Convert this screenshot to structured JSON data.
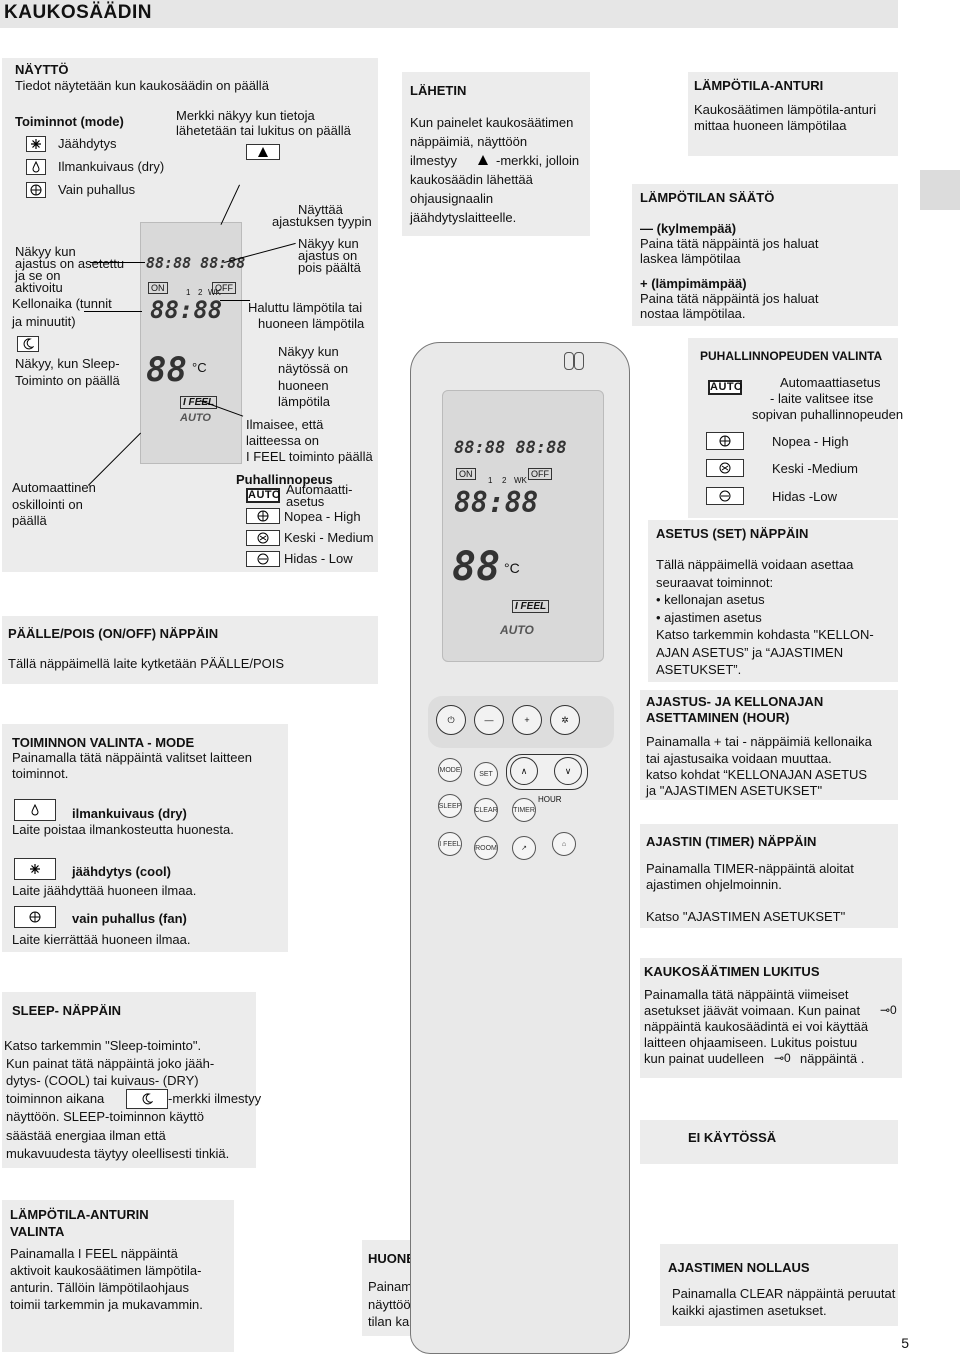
{
  "title": "KAUKOSÄÄDIN",
  "page_number": "5",
  "naytto": {
    "heading": "NÄYTTÖ",
    "sub": "Tiedot näytetään kun kaukosäädin on päällä",
    "modes_title": "Toiminnot (mode)",
    "mode_cool": "Jäähdytys",
    "mode_dry": "Ilmankuivaus (dry)",
    "mode_fan": "Vain puhallus",
    "merkki": [
      "Merkki näkyy kun tietoja",
      "lähetetään tai lukitus on päällä"
    ],
    "timer_type": [
      "Näyttää",
      "ajastuksen tyypin"
    ],
    "timer_set": [
      "Näkyy kun",
      "ajastus on asetettu",
      "ja se on",
      "aktivoitu"
    ],
    "timer_off": [
      "Näkyy kun",
      "ajastus on",
      "pois päältä"
    ],
    "clock": [
      "Kellonaika (tunnit",
      "ja minuutit)"
    ],
    "desired_temp": [
      "Haluttu lämpötila tai",
      "huoneen lämpötila"
    ],
    "sleep": [
      "Näkyy, kun Sleep-",
      "Toiminto on päällä"
    ],
    "room_temp_shown": [
      "Näkyy kun",
      "näytössä on",
      "huoneen",
      "lämpötila"
    ],
    "ifeel": [
      "Ilmaisee, että",
      "laitteessa on",
      "I FEEL toiminto päällä"
    ],
    "osc": [
      "Automaattinen",
      "oskillointi on",
      "päällä"
    ],
    "fan_speed_title": "Puhallinnopeus",
    "fan_auto": [
      "Automaatti-",
      "asetus"
    ],
    "fan_high": "Nopea - High",
    "fan_med": "Keski - Medium",
    "fan_low": "Hidas - Low"
  },
  "lcd": {
    "on": "ON",
    "off": "OFF",
    "one": "1",
    "two": "2",
    "wk": "WK",
    "ifeel": "I FEEL",
    "auto": "AUTO",
    "c": "°C"
  },
  "onoff": {
    "heading": "PÄÄLLE/POIS (ON/OFF) NÄPPÄIN",
    "text": "Tällä näppäimellä laite kytketään PÄÄLLE/POIS"
  },
  "mode_select": {
    "heading": "TOIMINNON VALINTA - MODE",
    "text": [
      "Painamalla tätä näppäintä valitset laitteen",
      "toiminnot."
    ],
    "dry_title": "ilmankuivaus (dry)",
    "dry_text": "Laite poistaa ilmankosteutta huonesta.",
    "cool_title": "jäähdytys (cool)",
    "cool_text": "Laite jäähdyttää huoneen ilmaa.",
    "fan_title": "vain puhallus (fan)",
    "fan_text": "Laite kierrättää huoneen ilmaa."
  },
  "sleep_key": {
    "heading": "SLEEP- NÄPPÄIN",
    "lines": [
      "Katso tarkemmin \"Sleep-toiminto\".",
      "Kun painat tätä näppäintä joko jääh-",
      "dytys- (COOL) tai kuivaus- (DRY)",
      "toiminnon aikana",
      "-merkki ilmestyy",
      "näyttöön. SLEEP-toiminnon käyttö",
      "säästää energiaa ilman että",
      "mukavuudesta täytyy oleellisesti tinkiä."
    ]
  },
  "sensor_select": {
    "heading": [
      "LÄMPÖTILA-ANTURIN",
      "VALINTA"
    ],
    "lines": [
      "Painamalla I FEEL näppäintä",
      "aktivoit kaukosäätimen lämpötila-",
      "anturin. Tällöin lämpötilaohjaus",
      "toimii tarkemmin ja mukavammin."
    ]
  },
  "room_temp": {
    "heading": "HUONEEN LÄMPÖTILA",
    "lines": [
      "Painamalla ROOM näppäintä saat",
      "näyttöön todellisen huoneen lämpö-",
      "tilan kaukosäätimen läheisyydessä."
    ]
  },
  "lahetin": {
    "heading": "LÄHETIN",
    "lines": [
      "Kun painelet kaukosäätimen",
      "näppäimiä, näyttöön",
      "ilmestyy",
      "-merkki, jolloin",
      "kaukosäädin lähettää",
      "ohjausignaalin",
      "jäähdytyslaitteelle."
    ]
  },
  "sensor": {
    "heading": "LÄMPÖTILA-ANTURI",
    "lines": [
      "Kaukosäätimen lämpötila-anturi",
      "mittaa huoneen lämpötilaa"
    ]
  },
  "temp_adjust": {
    "heading": "LÄMPÖTILAN SÄÄTÖ",
    "minus_title": "— (kylmempää)",
    "minus_lines": [
      "Paina tätä näppäintä jos haluat",
      "laskea lämpötilaa"
    ],
    "plus_title": "+ (lämpimämpää)",
    "plus_lines": [
      "Paina tätä näppäintä jos haluat",
      "nostaa lämpötilaa."
    ]
  },
  "fan_select": {
    "heading": "PUHALLINNOPEUDEN VALINTA",
    "auto_lines": [
      "Automaattiasetus",
      "- laite valitsee itse",
      "sopivan puhallinnopeuden"
    ],
    "high": "Nopea  - High",
    "med": "Keski -Medium",
    "low": "Hidas -Low"
  },
  "set_key": {
    "heading": "ASETUS (SET) NÄPPÄIN",
    "lines": [
      "Tällä näppäimellä voidaan asettaa",
      "seuraavat toiminnot:",
      "• kellonajan asetus",
      "• ajastimen asetus",
      "Katso tarkemmin kohdasta \"KELLON-",
      "AJAN ASETUS” ja “AJASTIMEN",
      "ASETUKSET”."
    ]
  },
  "hour": {
    "heading": [
      "AJASTUS- JA KELLONAJAN",
      "ASETTAMINEN (HOUR)"
    ],
    "lines": [
      "Painamalla + tai - näppäimiä kellonaika",
      "tai ajastusaika voidaan muuttaa.",
      "katso kohdat “KELLONAJAN ASETUS",
      "ja \"AJASTIMEN ASETUKSET\""
    ]
  },
  "timer_key": {
    "heading": "AJASTIN (TIMER) NÄPPÄIN",
    "lines": [
      "Painamalla TIMER-näppäintä aloitat",
      "ajastimen ohjelmoinnin."
    ],
    "see": "Katso \"AJASTIMEN ASETUKSET\""
  },
  "lock": {
    "heading": "KAUKOSÄÄTIMEN LUKITUS",
    "lines": [
      "Painamalla tätä näppäintä viimeiset",
      "asetukset jäävät voimaan. Kun painat",
      "näppäintä kaukosäädintä ei voi käyttää",
      "laitteen ohjaamiseen. Lukitus poistuu",
      "kun painat uudelleen",
      "näppäintä ."
    ]
  },
  "not_used": "EI KÄYTÖSSÄ",
  "timer_reset": {
    "heading": "AJASTIMEN NOLLAUS",
    "lines": [
      "Painamalla CLEAR näppäintä peruutat",
      "kaikki ajastimen asetukset."
    ]
  },
  "remote_buttons": {
    "mode": "MODE",
    "set": "SET",
    "sleep": "SLEEP",
    "clear": "CLEAR",
    "timer": "TIMER",
    "hour": "HOUR",
    "ifeel": "I FEEL",
    "room": "ROOM"
  }
}
